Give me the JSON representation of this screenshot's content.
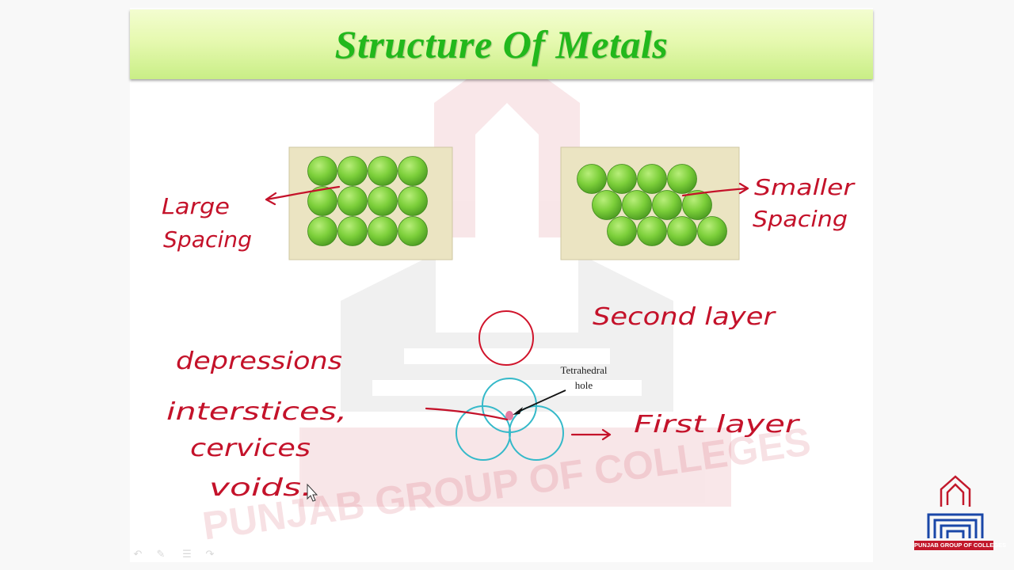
{
  "slide": {
    "title": "Structure Of Metals"
  },
  "diagram": {
    "tetrahedral_label_line1": "Tetrahedral",
    "tetrahedral_label_line2": "hole"
  },
  "handwriting": {
    "large_spacing_line1": "Large",
    "large_spacing_line2": "Spacing",
    "smaller_spacing_line1": "Smaller",
    "smaller_spacing_line2": "Spacing",
    "second_layer": "Second layer",
    "first_layer": "First layer",
    "depressions": "depressions",
    "interstices": "interstices,",
    "cervices": "cervices",
    "voids": "voids."
  },
  "watermark": {
    "text": "PUNJAB GROUP OF COLLEGES"
  },
  "logo": {
    "caption": "PUNJAB GROUP OF COLLEGES"
  },
  "colors": {
    "title": "#22b81c",
    "ink": "#c4122a",
    "sphere": "#7ccf3a",
    "panel": "#ebe4c2",
    "first_layer": "#35b9c9"
  },
  "icons": {
    "nav": [
      "previous-slide-icon",
      "pen-icon",
      "menu-icon",
      "next-slide-icon"
    ]
  }
}
